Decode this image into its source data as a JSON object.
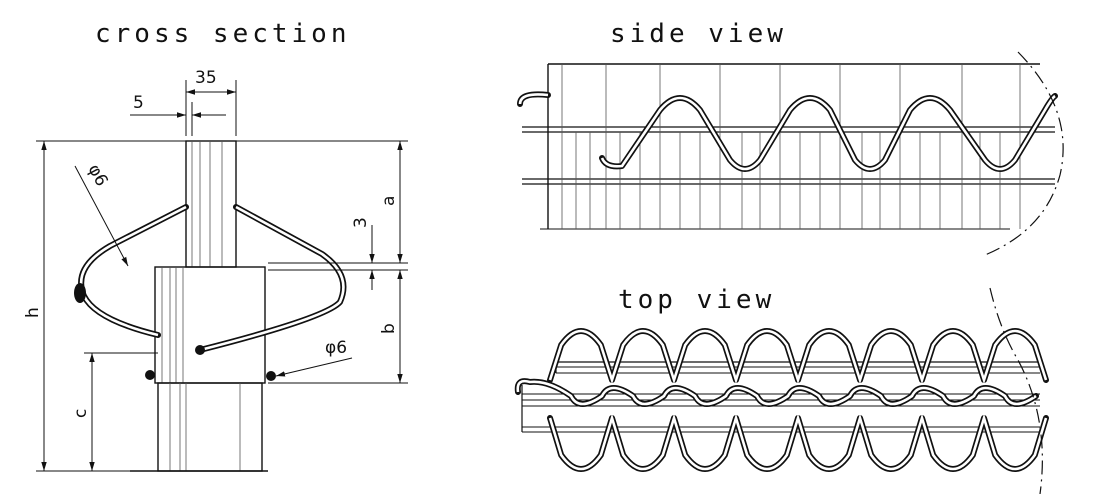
{
  "titles": {
    "cross_section": "cross section",
    "side_view": "side view",
    "top_view": "top view"
  },
  "dimensions": {
    "width_35": "35",
    "width_5": "5",
    "diameter_wire_left": "φ6",
    "diameter_wire_right": "φ6",
    "gap_3": "3",
    "height_a": "a",
    "height_b": "b",
    "height_c": "c",
    "height_h": "h"
  }
}
